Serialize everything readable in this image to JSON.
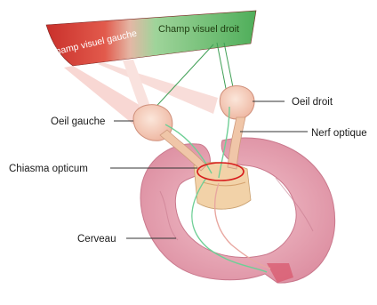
{
  "fields": {
    "left": "Champ visuel gauche",
    "right": "Champ visuel droit"
  },
  "labels": {
    "left_eye": "Oeil gauche",
    "right_eye": "Oeil droit",
    "optic_nerve": "Nerf optique",
    "chiasm": "Chiasma opticum",
    "brain": "Cerveau"
  },
  "colors": {
    "left_field": "#e0524a",
    "right_field": "#5bb86a",
    "brain": "#e7a3b3",
    "chiasm_highlight": "#d81c1c",
    "left_pathway": "#e8a7a0",
    "right_pathway": "#6fcf96"
  }
}
